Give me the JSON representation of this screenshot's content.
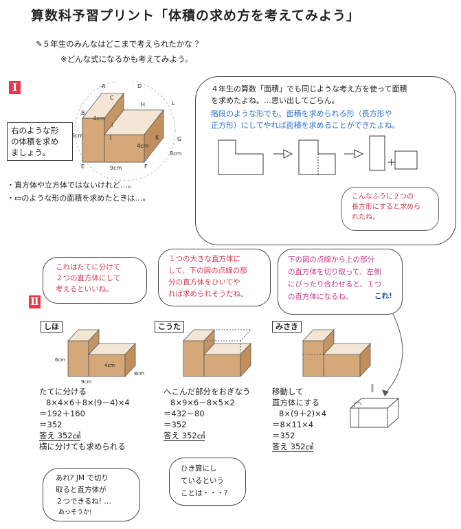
{
  "title": "算数科予習プリント「体積の求め方を考えてみよう」",
  "intro": {
    "line1": "✎５年生のみんなはどこまで考えられたかな ？",
    "line2": "※どんな式になるかも考えてみよう。"
  },
  "section1": {
    "mark": "Ⅰ",
    "question": [
      "右のような形",
      "の体積を求め",
      "ましょう。"
    ],
    "figure_labels": {
      "A": "A",
      "B": "B",
      "C": "C",
      "D": "D",
      "H": "H",
      "I": "I",
      "J": "J",
      "K": "K",
      "L": "L",
      "G": "G",
      "E": "E",
      "F": "F",
      "dim_4cm_top": "4cm",
      "dim_6cm": "6cm",
      "dim_4cm_side": "4cm",
      "dim_8cm": "8cm",
      "dim_9cm": "9cm"
    },
    "notes": [
      "・直方体や立方体ではないけれど…。",
      "・▭のような形の面積を求めたときは…。"
    ],
    "bubble": {
      "line1": "４年生の算数「面積」でも同じような考え方を使って面積",
      "line2": "を求めたよね。…思い出してごらん。",
      "line3": "階段のような形でも、面積を求められる形（長方形や",
      "line4": "正方形）にしてやれば面積を求めることができたよね。",
      "plus": "＋",
      "inner": [
        "こんなふうに２つの",
        "長方形にすると求めら",
        "れたね。"
      ]
    }
  },
  "section2": {
    "mark": "Ⅱ",
    "bubbles": {
      "shiho": [
        "これはたてに分けて",
        "２つの直方体にして",
        "考えるといいね。"
      ],
      "kouta": [
        "１つの大きな直方体に",
        "して、下の図の点線の部",
        "分の直方体をひいてや",
        "れば求められそうだね。"
      ],
      "misaki": [
        "下の図の点線から上の部分",
        "の直方体を切り取って、左側",
        "にぴったり合わせると、１つ",
        "の直方体になるね。"
      ],
      "misaki_kore": "これ!"
    },
    "students": [
      {
        "name": "しほ",
        "method": "たてに分ける",
        "calc": [
          "8×4×6＋8×(9－4)×4",
          "＝192＋160",
          "＝352"
        ],
        "answer": "答え 352㎤",
        "extra": "横に分けても求められる"
      },
      {
        "name": "こうた",
        "method": "へこんだ部分をおぎなう",
        "calc": [
          "8×9×6－8×5×2",
          "＝432－80",
          "＝352"
        ],
        "answer": "答え 352㎤"
      },
      {
        "name": "みさき",
        "method": "移動して",
        "method2": "直方体にする",
        "calc": [
          "8×(9＋2)×4",
          "＝8×11×4",
          "＝352"
        ],
        "answer": "答え 352㎤"
      }
    ],
    "bottom_bubbles": {
      "left": [
        "あれ? JM で切り",
        "取ると直方体が",
        "２つできるね! …",
        "あっそうか!"
      ],
      "center": [
        "ひき算にし",
        "ているという",
        "ことは・・・?"
      ]
    },
    "small_labels": {
      "dim_6cm": "6cm",
      "dim_4cm": "4cm",
      "dim_9cm": "9cm",
      "dim_8cm": "8cm"
    }
  }
}
